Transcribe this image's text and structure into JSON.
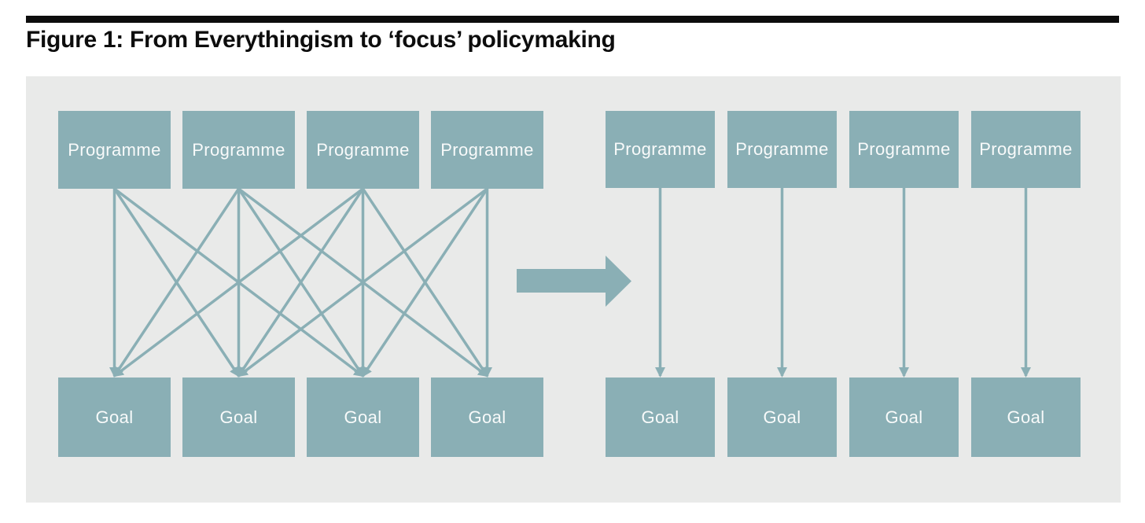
{
  "title": "Figure 1: From Everythingism to ‘focus’ policymaking",
  "colors": {
    "accent": "#8AAFB5",
    "panel_background": "#E9EAE9",
    "title_rule": "#0D0D0D",
    "box_text": "#F8FAFA"
  },
  "diagram": {
    "left_panel": {
      "concept": "Everythingism",
      "programmes": [
        "Programme",
        "Programme",
        "Programme",
        "Programme"
      ],
      "goals": [
        "Goal",
        "Goal",
        "Goal",
        "Goal"
      ],
      "connections": [
        [
          1,
          1
        ],
        [
          1,
          2
        ],
        [
          1,
          3
        ],
        [
          2,
          1
        ],
        [
          2,
          2
        ],
        [
          2,
          3
        ],
        [
          2,
          4
        ],
        [
          3,
          1
        ],
        [
          3,
          2
        ],
        [
          3,
          3
        ],
        [
          3,
          4
        ],
        [
          4,
          2
        ],
        [
          4,
          3
        ],
        [
          4,
          4
        ]
      ]
    },
    "transition": "left-panel-to-right-panel",
    "right_panel": {
      "concept": "focus policymaking",
      "programmes": [
        "Programme",
        "Programme",
        "Programme",
        "Programme"
      ],
      "goals": [
        "Goal",
        "Goal",
        "Goal",
        "Goal"
      ],
      "connections": [
        [
          1,
          1
        ],
        [
          2,
          2
        ],
        [
          3,
          3
        ],
        [
          4,
          4
        ]
      ]
    }
  }
}
